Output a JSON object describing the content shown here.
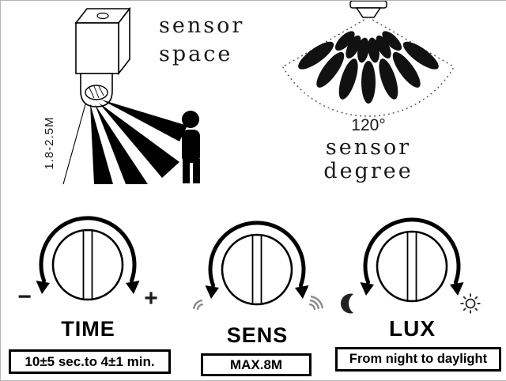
{
  "scene": {
    "wall_sensor": {
      "label_line1": "sensor",
      "label_line2": "space",
      "mount_height": "1.8-2.5M"
    },
    "ceiling_sensor": {
      "angle": "120°",
      "label_line1": "sensor",
      "label_line2": "degree"
    }
  },
  "dials": {
    "time": {
      "label": "TIME",
      "minus": "−",
      "plus": "+",
      "range": "10±5 sec.to 4±1 min."
    },
    "sens": {
      "label": "SENS",
      "range": "MAX.8M"
    },
    "lux": {
      "label": "LUX",
      "range": "From night to daylight"
    }
  },
  "colors": {
    "ink": "#000000",
    "signal_gray": "#8a8a8a"
  }
}
